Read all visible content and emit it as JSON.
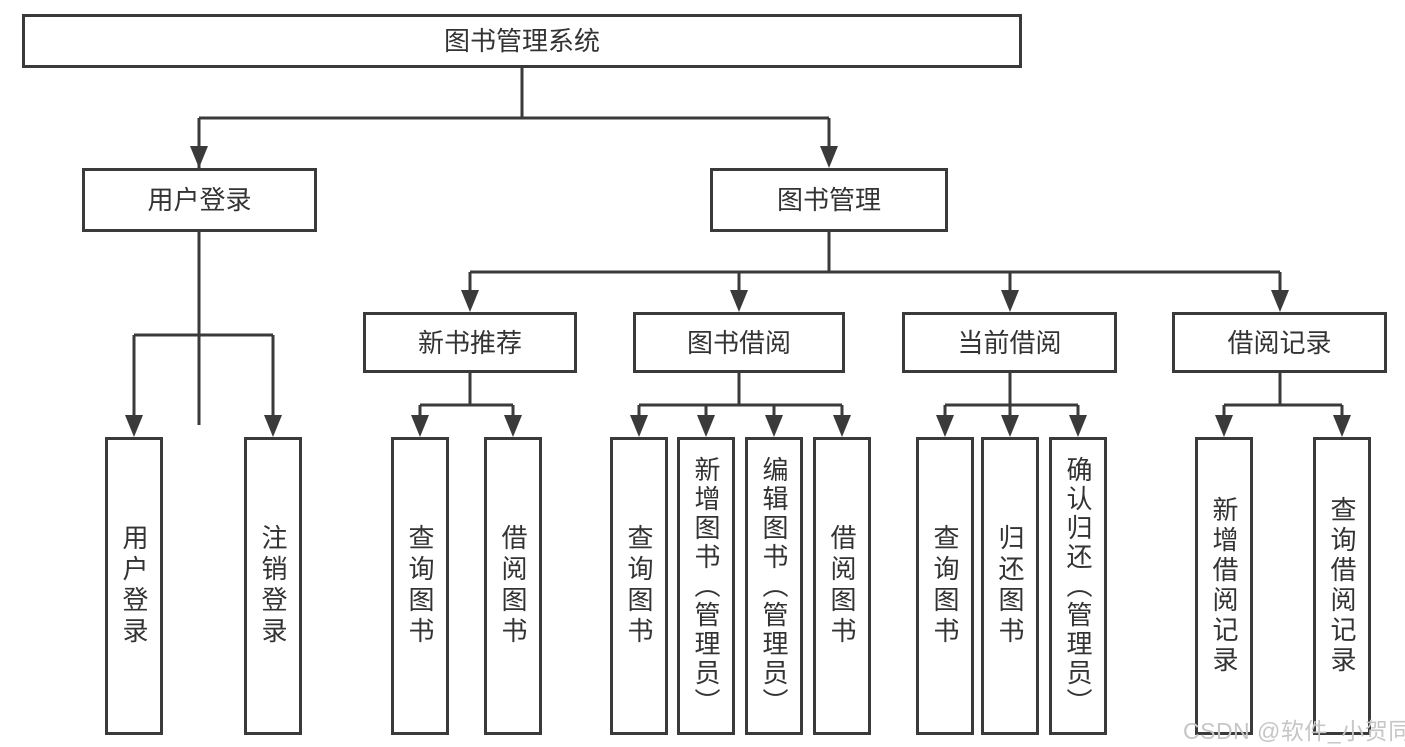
{
  "tree": {
    "label": "图书管理系统",
    "children": [
      {
        "label": "用户登录",
        "children": [
          {
            "label": "用户登录"
          },
          {
            "label": "注销登录"
          }
        ]
      },
      {
        "label": "图书管理",
        "children": [
          {
            "label": "新书推荐",
            "children": [
              {
                "label": "查询图书"
              },
              {
                "label": "借阅图书"
              }
            ]
          },
          {
            "label": "图书借阅",
            "children": [
              {
                "label": "查询图书"
              },
              {
                "label": "新增图书（管理员）"
              },
              {
                "label": "编辑图书（管理员）"
              },
              {
                "label": "借阅图书"
              }
            ]
          },
          {
            "label": "当前借阅",
            "children": [
              {
                "label": "查询图书"
              },
              {
                "label": "归还图书"
              },
              {
                "label": "确认归还（管理员）"
              }
            ]
          },
          {
            "label": "借阅记录",
            "children": [
              {
                "label": "新增借阅记录"
              },
              {
                "label": "查询借阅记录"
              }
            ]
          }
        ]
      }
    ]
  },
  "watermark": "CSDN @软件_小贺同学",
  "colors": {
    "line": "#3a3a3a",
    "text": "#333333",
    "box_background": "#ffffff",
    "watermark": "#c6c6c6"
  }
}
